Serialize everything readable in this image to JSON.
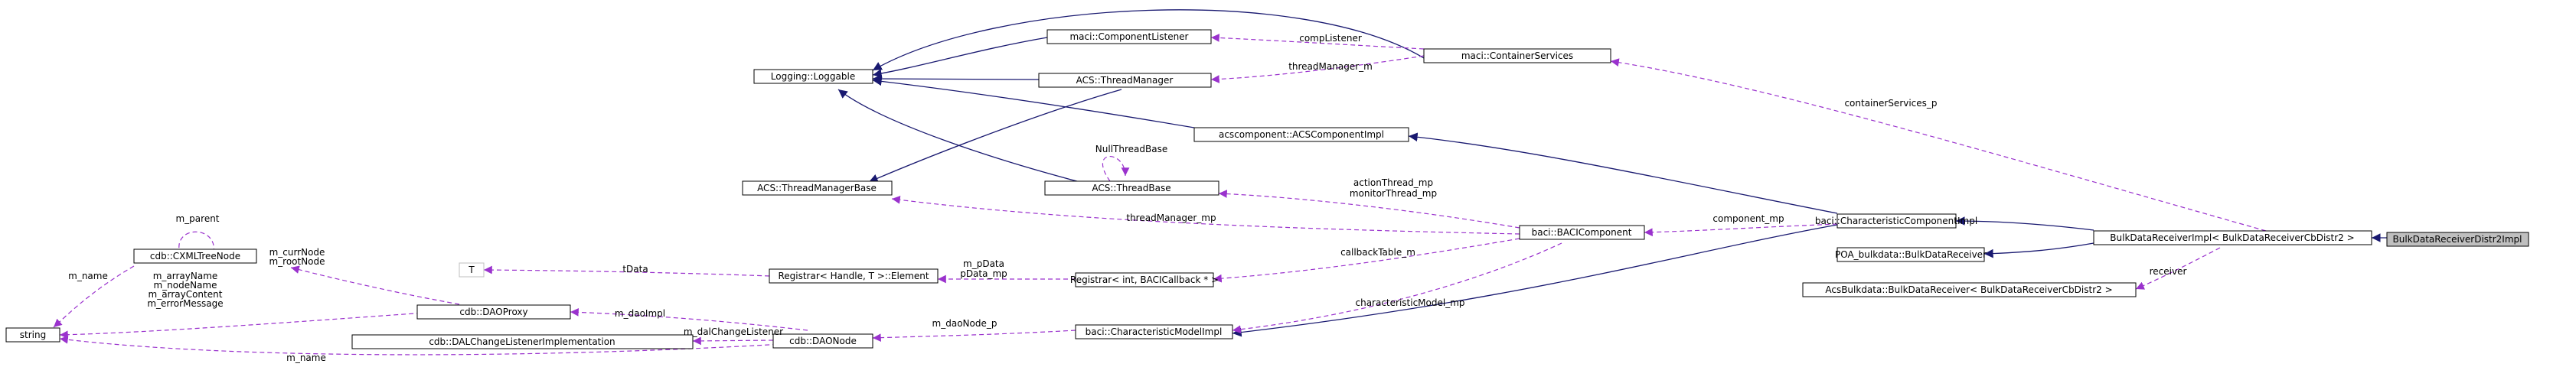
{
  "diagram": {
    "nodes": {
      "bulkdata_receiver_distr2_impl": "BulkDataReceiverDistr2Impl",
      "bulkdata_receiver_impl": "BulkDataReceiverImpl< BulkDataReceiverCbDistr2 >",
      "poa_bulkdata_receiver": "POA_bulkdata::BulkDataReceiver",
      "acsbulkdata_receiver": "AcsBulkdata::BulkDataReceiver< BulkDataReceiverCbDistr2 >",
      "characteristic_component_impl": "baci::CharacteristicComponentImpl",
      "baci_component": "baci::BACIComponent",
      "characteristic_model_impl": "baci::CharacteristicModelImpl",
      "acs_component_impl": "acscomponent::ACSComponentImpl",
      "container_services": "maci::ContainerServices",
      "component_listener": "maci::ComponentListener",
      "thread_manager": "ACS::ThreadManager",
      "thread_base": "ACS::ThreadBase",
      "thread_manager_base": "ACS::ThreadManagerBase",
      "logging_loggable": "Logging::Loggable",
      "registrar_baci_callback": "Registrar< int, BACICallback * >",
      "registrar_element": "Registrar< Handle, T >::Element",
      "template_t": "T",
      "dao_node": "cdb::DAONode",
      "dao_proxy": "cdb::DAOProxy",
      "dal_change_listener_impl": "cdb::DALChangeListenerImplementation",
      "cxml_tree_node": "cdb::CXMLTreeNode",
      "string": "string"
    },
    "edge_labels": {
      "container_services_p": "containerServices_p",
      "receiver": "receiver",
      "component_mp": "component_mp",
      "characteristic_model_mp": "characteristicModel_mp",
      "comp_listener": "compListener",
      "thread_manager_m": "threadManager_m",
      "null_thread_base": "NullThreadBase",
      "action_thread_mp": "actionThread_mp",
      "monitor_thread_mp": "monitorThread_mp",
      "thread_manager_mp": "threadManager_mp",
      "callback_table_m": "callbackTable_m",
      "m_pdata": "m_pData",
      "pdata_mp": "pData_mp",
      "t_data": "tData",
      "m_dao_node_p": "m_daoNode_p",
      "m_dao_impl": "m_daoImpl",
      "m_dal_change_listener": "m_dalChangeListener",
      "m_name_dao": "m_name",
      "m_parent": "m_parent",
      "m_curr_node": "m_currNode",
      "m_root_node": "m_rootNode",
      "m_name_tree": "m_name",
      "m_array_name": "m_arrayName",
      "m_node_name": "m_nodeName",
      "m_array_content": "m_arrayContent",
      "m_error_message": "m_errorMessage"
    },
    "colors": {
      "inheritance": "#191970",
      "usage": "#9a32cd",
      "node_border": "#000000",
      "template_border": "#bfbfbf",
      "focus_fill": "#bfbfbf"
    }
  }
}
